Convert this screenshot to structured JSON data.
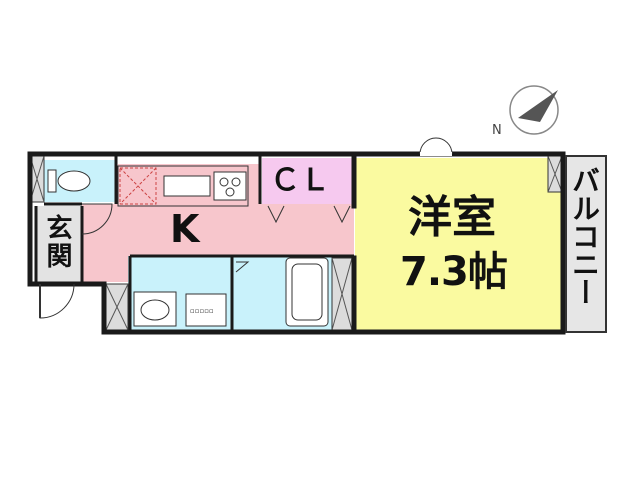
{
  "floorplan": {
    "rooms": {
      "kitchen": {
        "label": "K",
        "fill": "#f7c6cc"
      },
      "closet": {
        "label": "ＣＬ",
        "fill": "#f6c9ef"
      },
      "western_room": {
        "line1": "洋室",
        "line2": "7.3帖",
        "fill": "#fafaa0"
      },
      "entrance": {
        "label": "玄関",
        "fill": "#e3e3e3"
      },
      "balcony": {
        "label": "バルコニー",
        "fill": "#e6e6e6"
      },
      "toilet": {
        "fill": "#c9f2fb"
      },
      "washroom": {
        "fill": "#c9f2fb"
      },
      "bathroom": {
        "fill": "#c9f2fb"
      }
    },
    "compass": {
      "north_label": "N",
      "needle_color": "#555555"
    },
    "wall_color": "#1a1a1a"
  }
}
